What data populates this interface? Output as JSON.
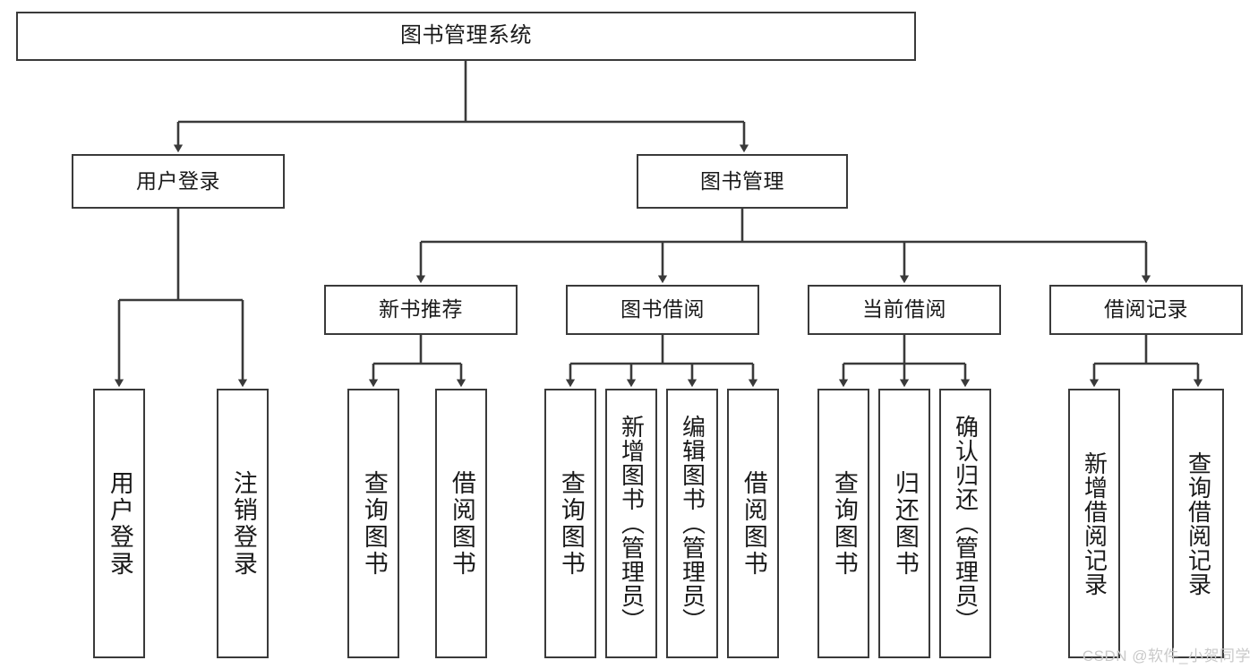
{
  "diagram": {
    "type": "tree",
    "title": "图书管理系统",
    "orientation": "top-down",
    "colors": {
      "box_stroke": "#3a3a3a",
      "box_fill": "#ffffff",
      "connector": "#3a3a3a",
      "text": "#1a1a1a",
      "watermark": "#c9c9c9",
      "background": "#ffffff"
    },
    "levels": 4
  },
  "root": {
    "label": "图书管理系统"
  },
  "level2": [
    {
      "label": "用户登录"
    },
    {
      "label": "图书管理"
    }
  ],
  "level3": [
    {
      "label": "新书推荐"
    },
    {
      "label": "图书借阅"
    },
    {
      "label": "当前借阅"
    },
    {
      "label": "借阅记录"
    }
  ],
  "leaves": {
    "user_login": [
      {
        "label": "用户登录"
      },
      {
        "label": "注销登录"
      }
    ],
    "new_book_recommend": [
      {
        "label": "查询图书"
      },
      {
        "label": "借阅图书"
      }
    ],
    "book_borrow": [
      {
        "label": "查询图书"
      },
      {
        "label": "新增图书（管理员）"
      },
      {
        "label": "编辑图书（管理员）"
      },
      {
        "label": "借阅图书"
      }
    ],
    "current_borrow": [
      {
        "label": "查询图书"
      },
      {
        "label": "归还图书"
      },
      {
        "label": "确认归还（管理员）"
      }
    ],
    "borrow_record": [
      {
        "label": "新增借阅记录"
      },
      {
        "label": "查询借阅记录"
      }
    ]
  },
  "watermark": {
    "text": "CSDN @软件_小贺同学"
  }
}
